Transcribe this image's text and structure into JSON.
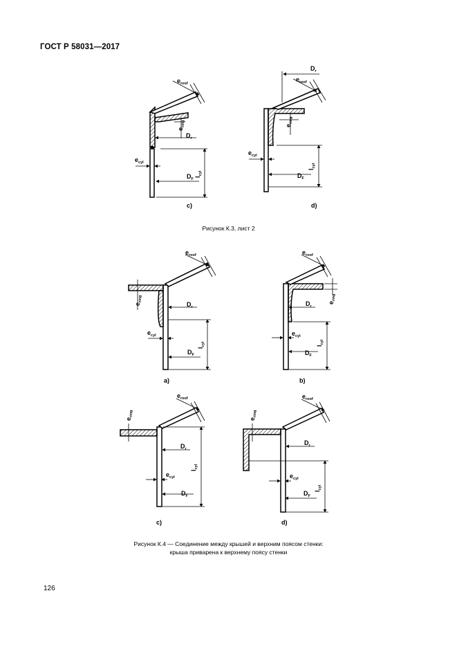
{
  "header": {
    "doc_id": "ГОСТ Р 58031—2017"
  },
  "page_number": "126",
  "figure_k3": {
    "caption": "Рисунок К.3, лист 2"
  },
  "figure_k4": {
    "caption_line1": "Рисунок К.4 — Соединение между крышей и верхним поясом стенки:",
    "caption_line2": "крыша приварена к верхнему поясу стенки"
  },
  "labels": {
    "e": "e",
    "roof": "roof",
    "ring": "ring",
    "cyl": "cyl",
    "l": "l",
    "D": "D",
    "r": "r",
    "F": "F"
  },
  "subfigures": {
    "k3_c": "c)",
    "k3_d": "d)",
    "k4_a": "a)",
    "k4_b": "b)",
    "k4_c": "c)",
    "k4_d": "d)"
  }
}
